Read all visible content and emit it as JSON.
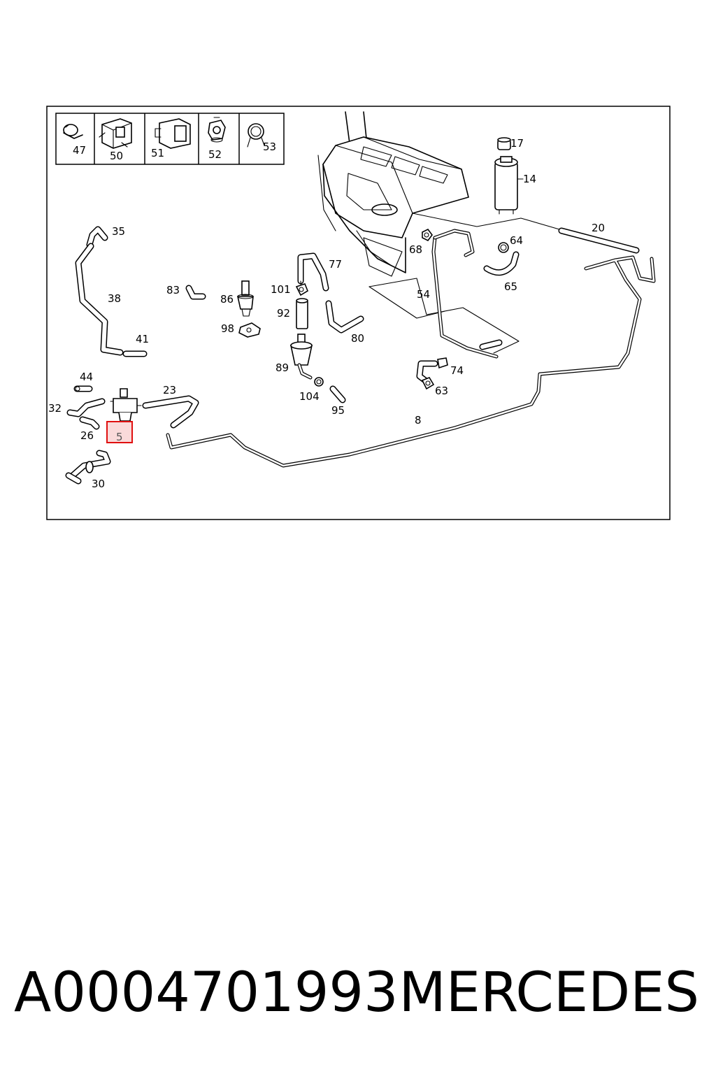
{
  "callouts": {
    "c47": "47",
    "c50": "50",
    "c51": "51",
    "c52": "52",
    "c53": "53",
    "c17": "17",
    "c14": "14",
    "c20": "20",
    "c35": "35",
    "c38": "38",
    "c41": "41",
    "c68": "68",
    "c64": "64",
    "c65": "65",
    "c77": "77",
    "c83": "83",
    "c86": "86",
    "c101": "101",
    "c92": "92",
    "c80": "80",
    "c98": "98",
    "c54": "54",
    "c89": "89",
    "c74": "74",
    "c44": "44",
    "c23": "23",
    "c63": "63",
    "c32": "32",
    "c104": "104",
    "c95": "95",
    "c8": "8",
    "c26": "26",
    "c5": "5",
    "c30": "30"
  },
  "highlight": {
    "callout": "5",
    "color": "#e01010"
  },
  "footer": {
    "part_number": "A0004701993",
    "brand": "MERCEDES"
  }
}
